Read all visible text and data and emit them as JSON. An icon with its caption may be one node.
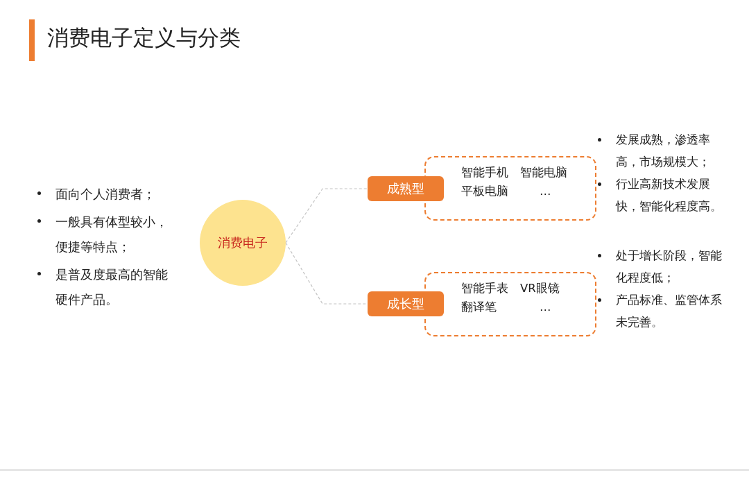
{
  "diagram": {
    "title": "消费电子定义与分类",
    "nodes": [
      {
        "text": [
          "消费电子"
        ]
      },
      {
        "text": [
          "成熟型"
        ]
      },
      {
        "text": [
          "智能手机",
          "智能电脑",
          "平板电脑",
          "…"
        ],
        "beside": [
          "发展成熟，渗透率高，市场规模大；",
          "行业高新技术发展快，智能化程度高。"
        ]
      },
      {
        "text": [
          "成长型"
        ]
      },
      {
        "text": [
          "智能手表",
          "VR眼镜",
          "翻译笔",
          "…"
        ],
        "beside": [
          "处于增长阶段，智能化程度低；",
          "产品标准、监管体系未完善。"
        ]
      }
    ],
    "edges": [
      {
        "from": 0,
        "to": 1,
        "arrow": "none",
        "style": "dashed"
      },
      {
        "from": 0,
        "to": 3,
        "arrow": "none",
        "style": "dashed"
      }
    ],
    "labels": [
      "面向个人消费者；",
      "一般具有体型较小，便捷等特点；",
      "是普及度最高的智能硬件产品。"
    ]
  }
}
